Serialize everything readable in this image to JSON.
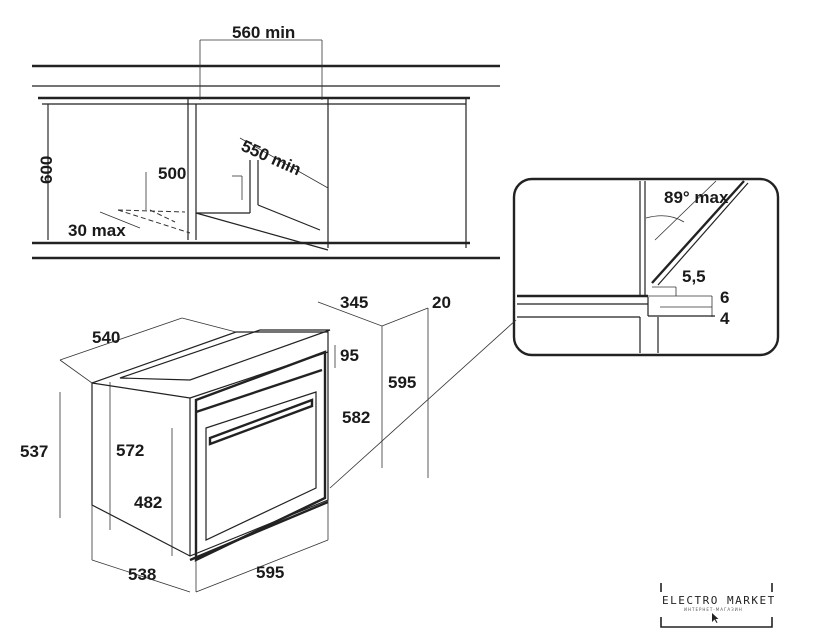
{
  "top_view": {
    "width_min": "560 min",
    "depth_min": "550 min",
    "height": "600",
    "opening": "500",
    "gap_max": "30 max"
  },
  "detail_view": {
    "door_angle": "89° max",
    "gap": "5,5",
    "offset_a": "6",
    "offset_b": "4"
  },
  "oven_view": {
    "depth_total": "540",
    "top_depth": "345",
    "front_offset": "20",
    "panel_height": "95",
    "overall_height": "595",
    "door_height": "582",
    "body_height": "537",
    "body_depth_side": "572",
    "cavity_height": "482",
    "bottom_depth": "538",
    "overall_width": "595"
  },
  "logo": {
    "name": "ELECTRO MARKET",
    "tagline": "ИНТЕРНЕТ-МАГАЗИН"
  }
}
